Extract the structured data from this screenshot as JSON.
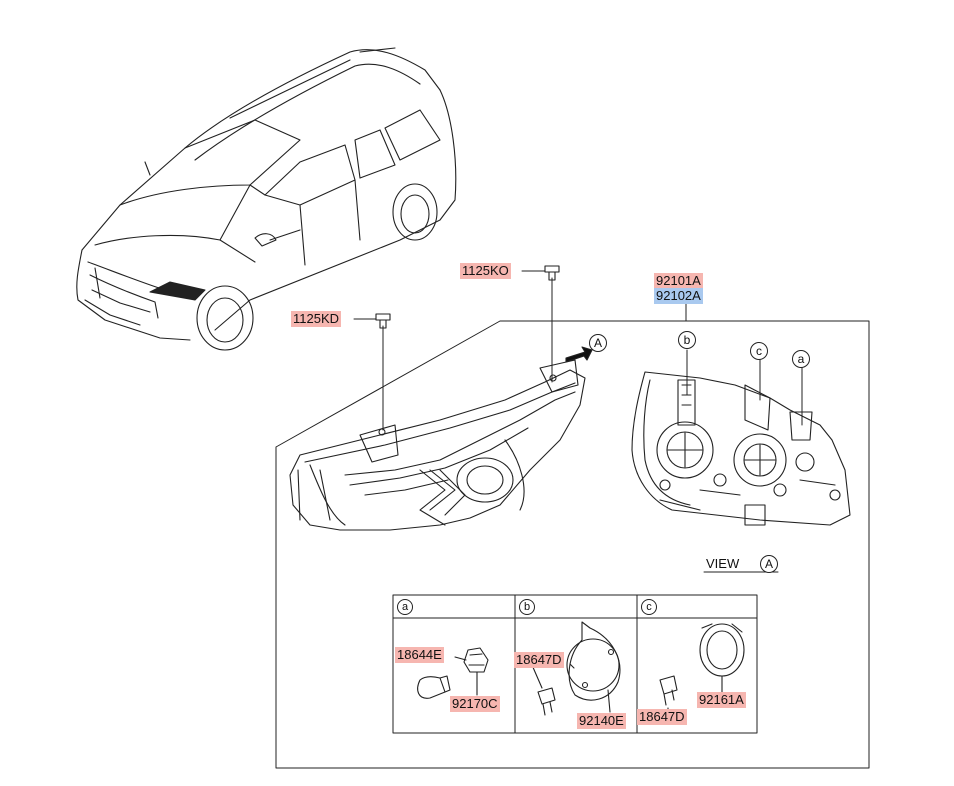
{
  "callouts": {
    "kd": "1125KD",
    "ko": "1125KO",
    "assy_lh": "92101A",
    "assy_rh": "92102A"
  },
  "view_label": "VIEW",
  "view_marker": "A",
  "arrow_marker": "A",
  "bulb_markers": {
    "a": "a",
    "b": "b",
    "c": "c"
  },
  "table": {
    "headers": [
      "a",
      "b",
      "c"
    ],
    "cells": {
      "a": [
        "18644E",
        "92170C"
      ],
      "b": [
        "18647D",
        "92140E"
      ],
      "c": [
        "18647D",
        "92161A"
      ]
    }
  },
  "colors": {
    "highlight_pink": "#f6b6b0",
    "highlight_blue": "#a9c9ef",
    "line": "#222222"
  }
}
